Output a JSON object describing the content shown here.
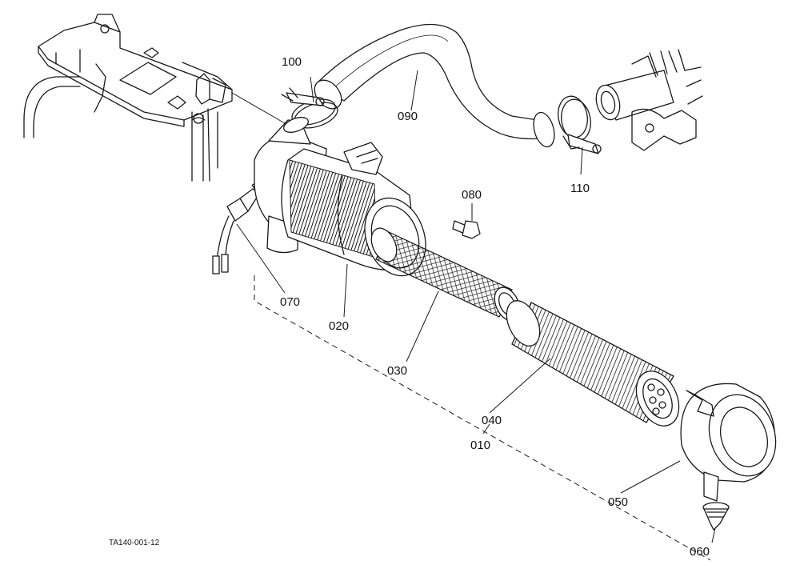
{
  "parts": [
    {
      "id": "010",
      "name_key": "assembly"
    },
    {
      "id": "020",
      "name_key": "housing"
    },
    {
      "id": "030",
      "name_key": "inner-element"
    },
    {
      "id": "040",
      "name_key": "outer-element"
    },
    {
      "id": "050",
      "name_key": "cover"
    },
    {
      "id": "060",
      "name_key": "evacuator-valve"
    },
    {
      "id": "070",
      "name_key": "indicator-switch"
    },
    {
      "id": "080",
      "name_key": "bolt"
    },
    {
      "id": "090",
      "name_key": "hose"
    },
    {
      "id": "100",
      "name_key": "clamp"
    },
    {
      "id": "110",
      "name_key": "clamp"
    }
  ],
  "labels": {
    "p010": "010",
    "p020": "020",
    "p030": "030",
    "p040": "040",
    "p050": "050",
    "p060": "060",
    "p070": "070",
    "p080": "080",
    "p090": "090",
    "p100": "100",
    "p110": "110"
  },
  "document_code": "TA140-001-12",
  "colors": {
    "line": "#1a1a1a",
    "background": "#ffffff"
  }
}
